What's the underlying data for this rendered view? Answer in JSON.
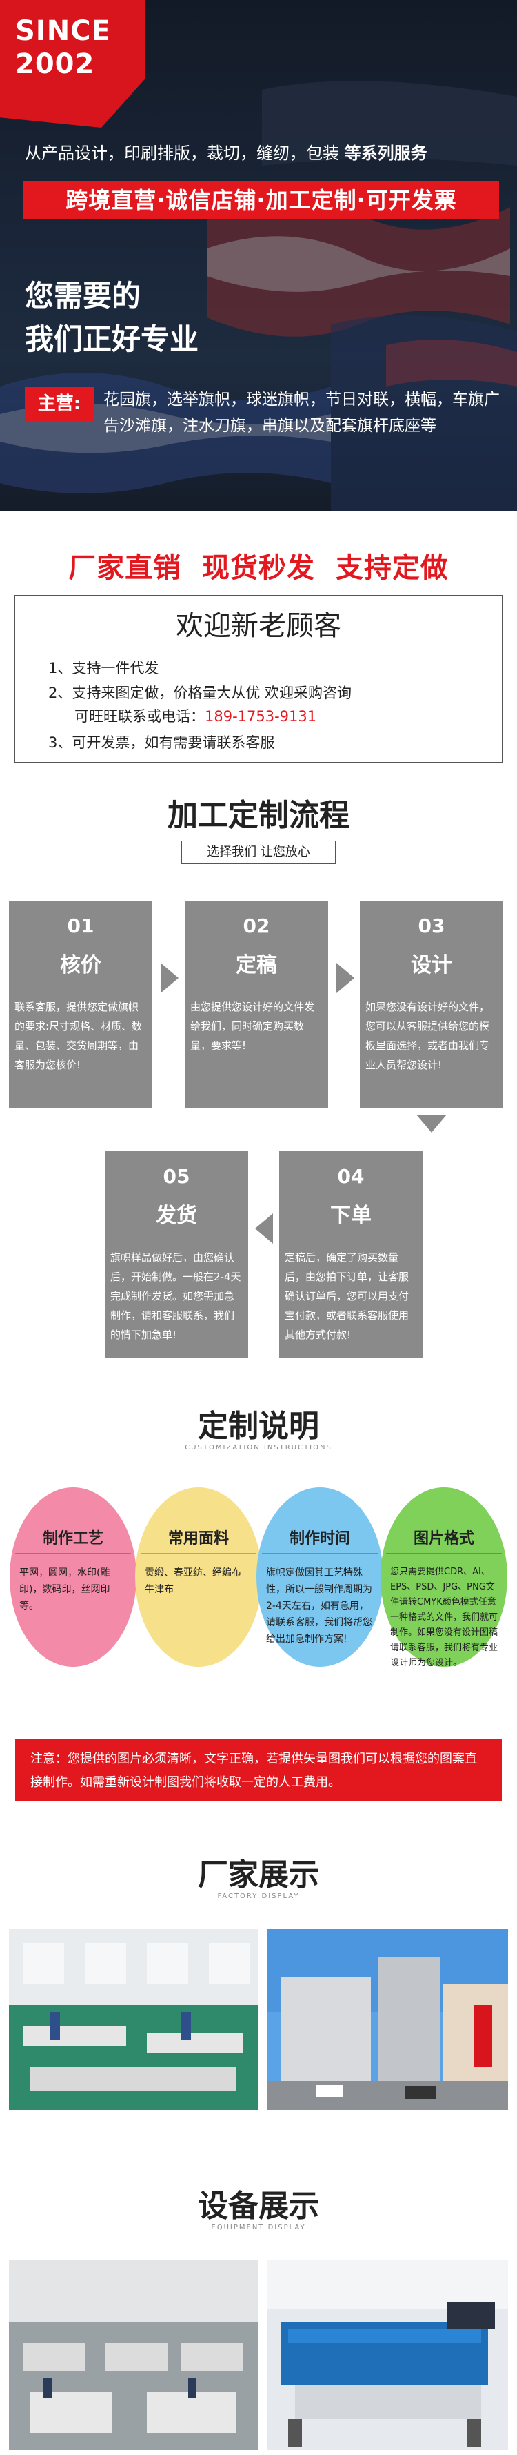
{
  "hero": {
    "badge_line1": "SINCE",
    "badge_line2": "2002",
    "services_prefix": "从产品设计，印刷排版，裁切，缝纫，包装 ",
    "services_bold": "等系列服务",
    "banner": "跨境直营·诚信店铺·加工定制·可开发票",
    "headline1": "您需要的",
    "headline2": "我们正好专业",
    "main_label": "主营:",
    "main_text": "花园旗，选举旗帜，球迷旗帜，节日对联，横幅，车旗广告沙滩旗，注水刀旗，串旗以及配套旗杆底座等"
  },
  "promo": {
    "title": "厂家直销  现货秒发  支持定做",
    "welcome": "欢迎新老顾客",
    "item1": "1、支持一件代发",
    "item2": "2、支持来图定做，价格量大从优  欢迎采购咨询",
    "item2b_prefix": "可旺旺联系或电话：",
    "phone": "189-1753-9131",
    "item3": "3、可开发票，如有需要请联系客服"
  },
  "process": {
    "title": "加工定制流程",
    "pill": "选择我们 让您放心",
    "steps": [
      {
        "num": "01",
        "name": "核价",
        "desc": "联系客服，提供您定做旗帜的要求:尺寸规格、材质、数量、包装、交货周期等，由客服为您核价!"
      },
      {
        "num": "02",
        "name": "定稿",
        "desc": "由您提供您设计好的文件发给我们，同时确定购买数量，要求等!"
      },
      {
        "num": "03",
        "name": "设计",
        "desc": "如果您没有设计好的文件，您可以从客服提供给您的模板里面选择，或者由我们专业人员帮您设计!"
      },
      {
        "num": "04",
        "name": "下单",
        "desc": "定稿后，确定了购买数量后，由您拍下订单，让客服确认订单后，您可以用支付宝付款，或者联系客服使用其他方式付款!"
      },
      {
        "num": "05",
        "name": "发货",
        "desc": "旗帜样品做好后，由您确认后，开始制做。一般在2-4天完成制作发货。如您需加急制作，请和客服联系，我们的情下加急单!"
      }
    ]
  },
  "custom": {
    "title": "定制说明",
    "subtitle": "CUSTOMIZATION INSTRUCTIONS",
    "items": [
      {
        "title": "制作工艺",
        "text": "平网，圆网，水印(雕印)，数码印，丝网印等。",
        "color": "#f38aa7"
      },
      {
        "title": "常用面料",
        "text": "贡缎、春亚纺、经编布  牛津布",
        "color": "#f6e089"
      },
      {
        "title": "制作时间",
        "text": "旗帜定做因其工艺特殊性，所以一般制作周期为2-4天左右，如有急用，请联系客服，我们将帮您给出加急制作方案!",
        "color": "#7cc7f0"
      },
      {
        "title": "图片格式",
        "text": "您只需要提供CDR、AI、EPS、PSD、JPG、PNG文件请转CMYK颜色模式任意一种格式的文件，我们就可制作。如果您没有设计图稿请联系客服，我们将有专业设计师为您设计。",
        "color": "#7fd15a"
      }
    ],
    "notice": "注意：您提供的图片必须清晰，文字正确，若提供矢量图我们可以根据您的图案直接制作。如需重新设计制图我们将收取一定的人工费用。"
  },
  "factory": {
    "title": "厂家展示",
    "subtitle": "FACTORY DISPLAY"
  },
  "equipment": {
    "title": "设备展示",
    "subtitle": "EQUIPMENT DISPLAY"
  },
  "colors": {
    "brand_red": "#e3171e",
    "card_gray": "#8a8a8a",
    "hero_navy": "#23324a"
  }
}
